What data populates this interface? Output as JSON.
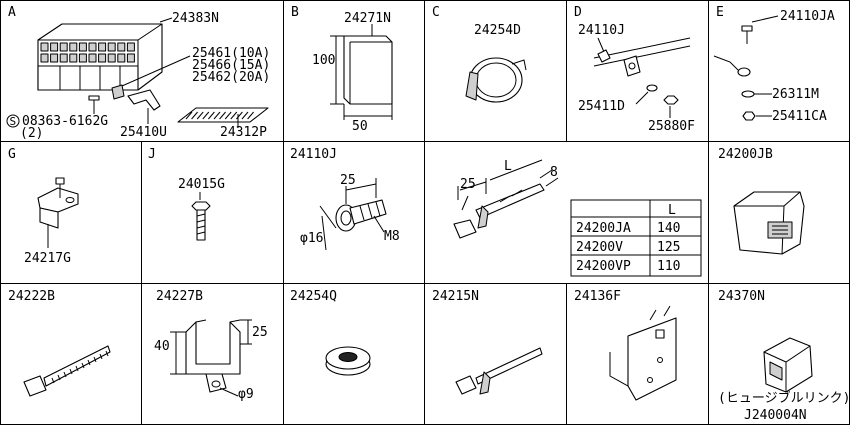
{
  "sheet": {
    "drawing_number": "J240004N"
  },
  "cells": {
    "A": {
      "letter": "A",
      "p1": "24383N",
      "p2": "25461(10A)",
      "p3": "25466(15A)",
      "p4": "25462(20A)",
      "p5": "25410U",
      "p6": "24312P",
      "screw": "08363-6162G",
      "screw_qty": "(2)",
      "screw_symbol": "S"
    },
    "B": {
      "letter": "B",
      "part": "24271N",
      "dim_h": "100",
      "dim_w": "50"
    },
    "C": {
      "letter": "C",
      "part": "24254D"
    },
    "D": {
      "letter": "D",
      "p1": "24110J",
      "p2": "25411D",
      "p3": "25880F"
    },
    "E": {
      "letter": "E",
      "p1": "24110JA",
      "p2": "26311M",
      "p3": "25411CA"
    },
    "G": {
      "letter": "G",
      "part": "24217G"
    },
    "J": {
      "letter": "J",
      "part": "24015G"
    },
    "bolt": {
      "part": "24110J",
      "len": "25",
      "dia": "φ16",
      "thread": "M8"
    },
    "clip": {
      "dim_a": "25",
      "dim_l": "L",
      "dim_w": "8",
      "table_header": "L",
      "rows": [
        {
          "part": "24200JA",
          "len": "140"
        },
        {
          "part": "24200V",
          "len": "125"
        },
        {
          "part": "24200VP",
          "len": "110"
        }
      ]
    },
    "cover": {
      "part": "24200JB"
    },
    "band": {
      "part": "24222B"
    },
    "bracket": {
      "part": "24227B",
      "dim_h": "40",
      "dim_top": "25",
      "hole": "φ9"
    },
    "grommet": {
      "part": "24254Q"
    },
    "tie": {
      "part": "24215N"
    },
    "plate": {
      "part": "24136F"
    },
    "link": {
      "part": "24370N",
      "caption": "(ヒュージブルリンク)"
    }
  }
}
